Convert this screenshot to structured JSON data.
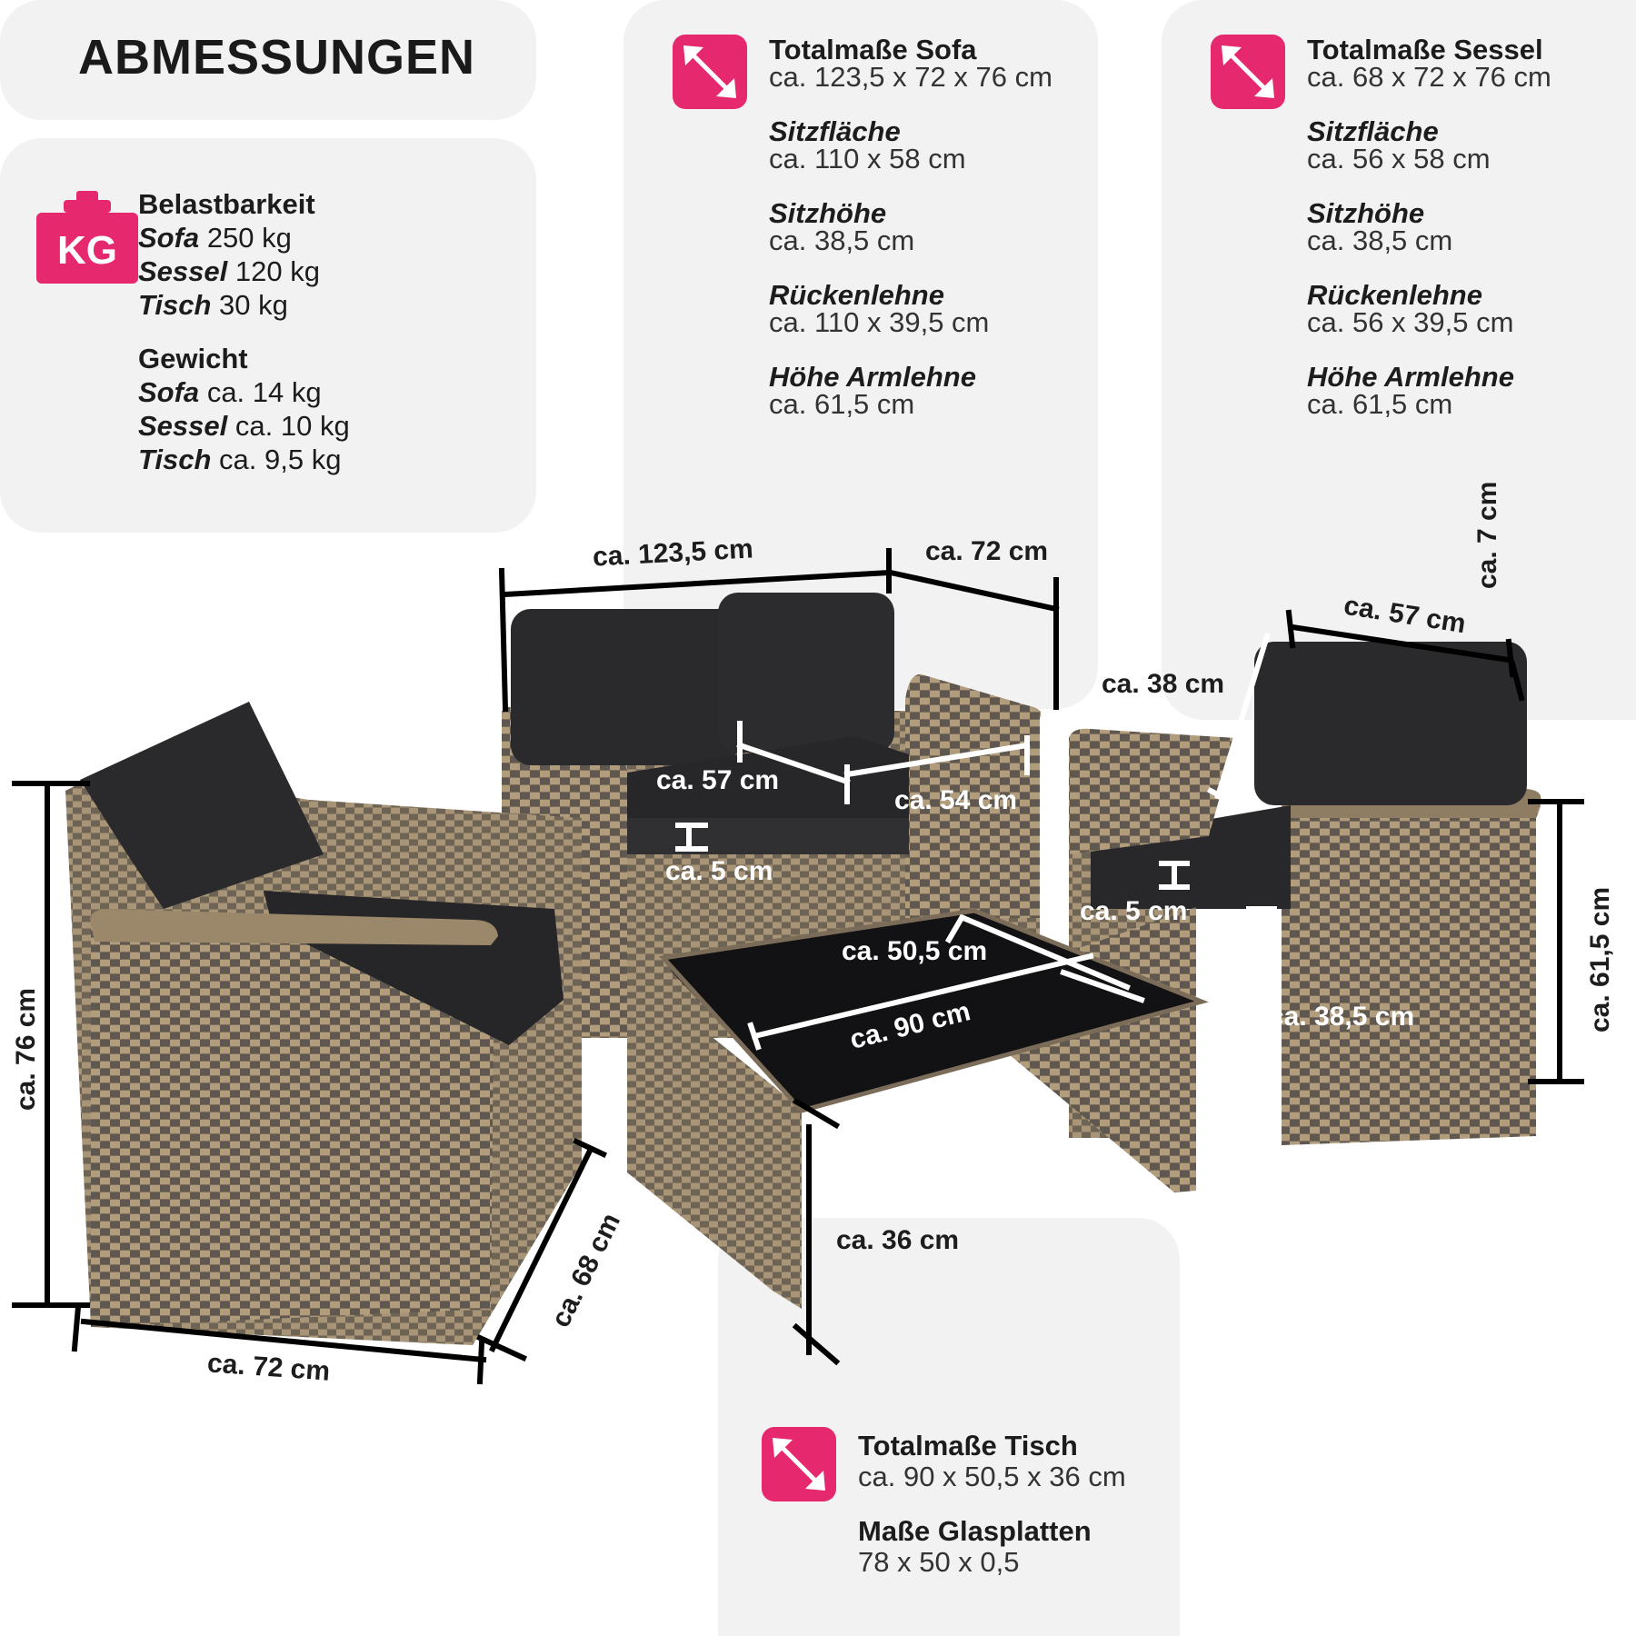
{
  "title": "ABMESSUNGEN",
  "load": {
    "icon": "kg-weight-icon",
    "icon_text": "KG",
    "belastbarkeit_label": "Belastbarkeit",
    "belastbarkeit": [
      {
        "item": "Sofa",
        "value": "250 kg"
      },
      {
        "item": "Sessel",
        "value": "120 kg"
      },
      {
        "item": "Tisch",
        "value": "30 kg"
      }
    ],
    "gewicht_label": "Gewicht",
    "gewicht": [
      {
        "item": "Sofa",
        "value": "ca. 14 kg"
      },
      {
        "item": "Sessel",
        "value": "ca. 10 kg"
      },
      {
        "item": "Tisch",
        "value": "ca. 9,5 kg"
      }
    ]
  },
  "sofa": {
    "icon": "diagonal-arrow-icon",
    "title": "Totalmaße Sofa",
    "total": "ca. 123,5 x 72 x 76 cm",
    "specs": [
      {
        "label": "Sitzfläche",
        "value": "ca. 110 x 58 cm"
      },
      {
        "label": "Sitzhöhe",
        "value": "ca. 38,5 cm"
      },
      {
        "label": "Rückenlehne",
        "value": "ca. 110 x 39,5 cm"
      },
      {
        "label": "Höhe Armlehne",
        "value": "ca. 61,5 cm"
      }
    ]
  },
  "sessel": {
    "icon": "diagonal-arrow-icon",
    "title": "Totalmaße Sessel",
    "total": "ca. 68 x 72 x 76 cm",
    "specs": [
      {
        "label": "Sitzfläche",
        "value": "ca. 56 x 58 cm"
      },
      {
        "label": "Sitzhöhe",
        "value": "ca. 38,5 cm"
      },
      {
        "label": "Rückenlehne",
        "value": "ca. 56 x 39,5 cm"
      },
      {
        "label": "Höhe Armlehne",
        "value": "ca. 61,5 cm"
      }
    ]
  },
  "tisch": {
    "icon": "diagonal-arrow-icon",
    "title": "Totalmaße Tisch",
    "total": "ca. 90 x 50,5 x 36 cm",
    "glass_label": "Maße Glasplatten",
    "glass_value": "78 x 50 x 0,5"
  },
  "dimensions": {
    "sofa_width": "ca. 123,5 cm",
    "sofa_depth": "ca. 72 cm",
    "sofa_seat_depth": "ca. 57 cm",
    "sofa_seat_width": "ca. 54 cm",
    "sofa_cushion": "ca. 5 cm",
    "armchair_back_width": "ca. 57 cm",
    "armchair_back_cushion": "ca. 7 cm",
    "armchair_back_height": "ca. 38 cm",
    "armchair_cushion": "ca. 5 cm",
    "armchair_seat_height": "ca. 38,5 cm",
    "armchair_arm_height": "ca. 61,5 cm",
    "left_chair_height": "ca. 76 cm",
    "left_chair_width": "ca. 72 cm",
    "left_chair_depth": "ca. 68 cm",
    "table_depth": "ca. 50,5 cm",
    "table_width": "ca. 90 cm",
    "table_height": "ca. 36 cm"
  },
  "colors": {
    "accent": "#e6286f",
    "panel": "#f2f2f2",
    "rattan": "#8a7a62",
    "cushion": "#2a2a2c"
  }
}
